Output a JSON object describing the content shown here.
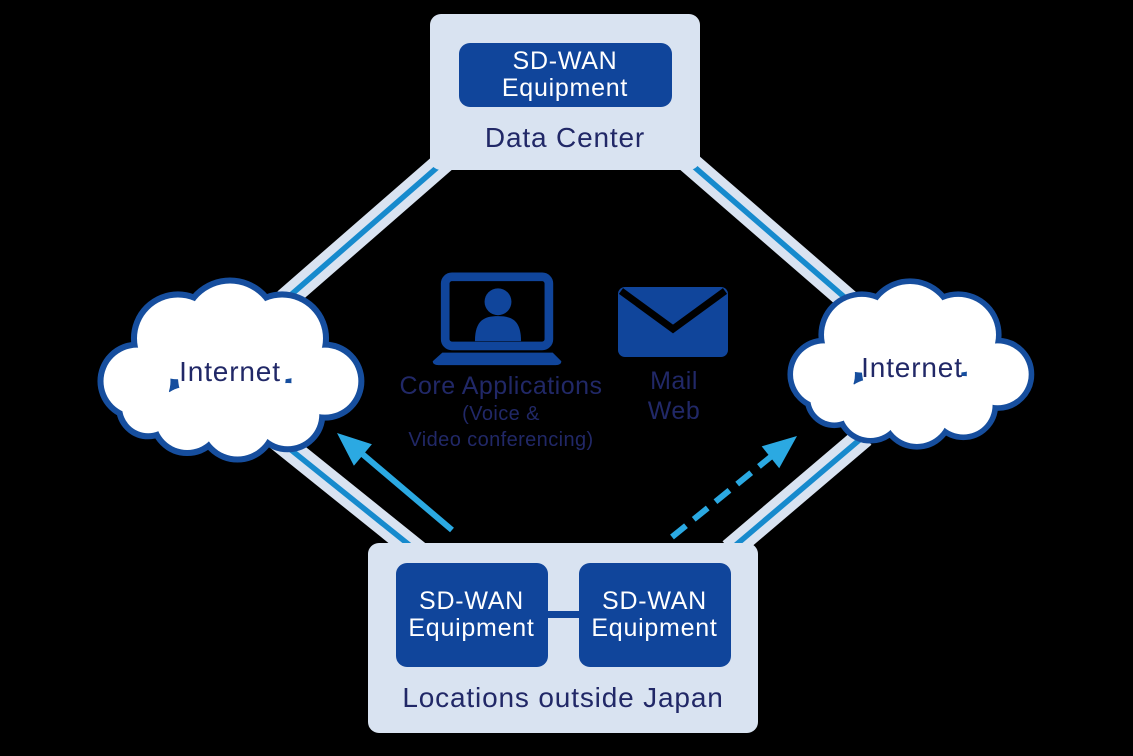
{
  "colors": {
    "bg": "#000000",
    "pale": "#d9e3f1",
    "darkblue": "#10459b",
    "cloudborder": "#164e9e",
    "navy": "#212867",
    "stripe": "#168acd",
    "azure": "#2ba9e2"
  },
  "nodes": {
    "data_center": {
      "label": "Data Center",
      "equipment": {
        "line1": "SD-WAN",
        "line2": "Equipment"
      }
    },
    "internet_left": {
      "label": "Internet"
    },
    "internet_right": {
      "label": "Internet"
    },
    "locations": {
      "label": "Locations outside Japan",
      "equipment_left": {
        "line1": "SD-WAN",
        "line2": "Equipment"
      },
      "equipment_right": {
        "line1": "SD-WAN",
        "line2": "Equipment"
      }
    },
    "core_applications": {
      "icon": "video-conference-icon",
      "title": "Core Applications",
      "subtitle_line1": "(Voice &",
      "subtitle_line2": "Video conferencing)"
    },
    "mail_web": {
      "icon": "mail-icon",
      "line1": "Mail",
      "line2": "Web"
    }
  },
  "links": [
    {
      "from": "data-center",
      "to": "internet-left",
      "style": "striped-band"
    },
    {
      "from": "data-center",
      "to": "internet-right",
      "style": "striped-band"
    },
    {
      "from": "locations-outside-japan",
      "to": "internet-left",
      "style": "striped-band"
    },
    {
      "from": "locations-outside-japan",
      "to": "internet-right",
      "style": "striped-band"
    },
    {
      "from": "locations-outside-japan",
      "to": "internet-left",
      "style": "solid-arrow"
    },
    {
      "from": "locations-outside-japan",
      "to": "internet-right",
      "style": "dashed-arrow"
    },
    {
      "from": "sdwan-equipment-left",
      "to": "sdwan-equipment-right",
      "style": "solid-connector"
    }
  ]
}
